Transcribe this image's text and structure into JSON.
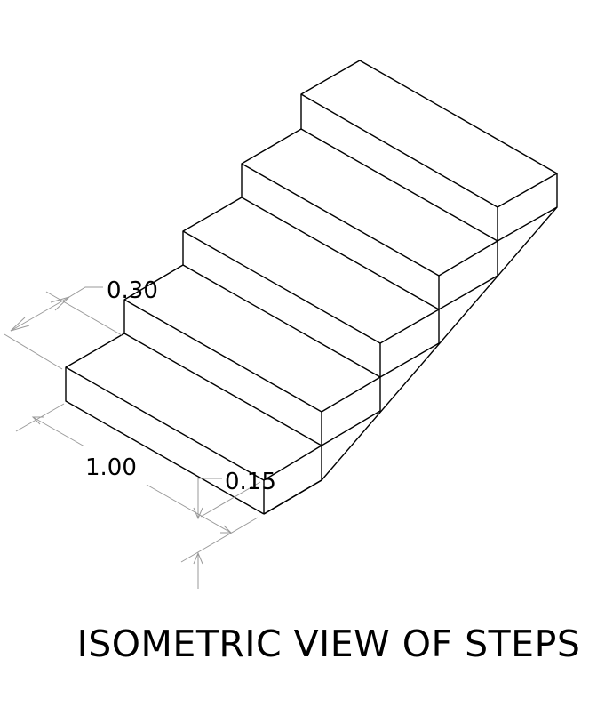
{
  "caption": "ISOMETRIC VIEW OF STEPS",
  "dimensions": {
    "tread_depth": "0.30",
    "riser_height": "0.15",
    "step_width": "1.00"
  },
  "steps": {
    "count": 5
  },
  "colors": {
    "edge": "#000000",
    "dimension_line": "#9a9a9a",
    "background": "#ffffff"
  }
}
